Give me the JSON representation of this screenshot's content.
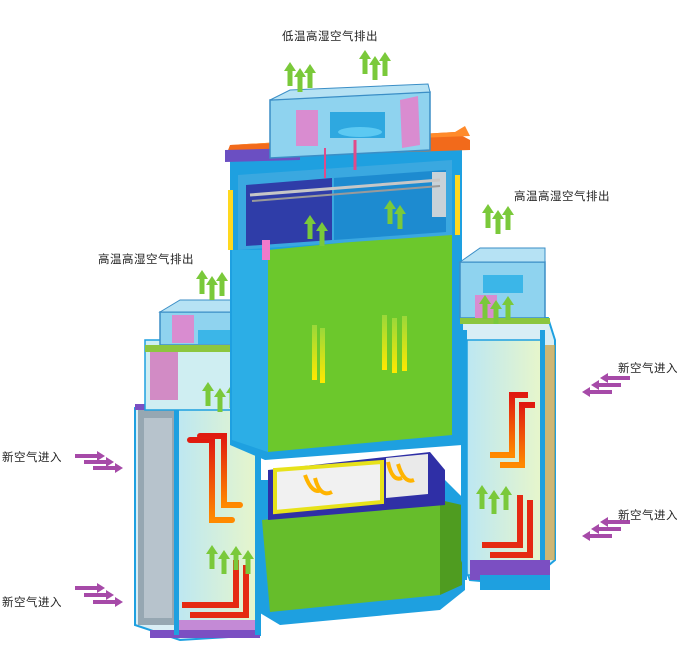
{
  "labels": {
    "top_exhaust": "低温高湿空气排出",
    "left_exhaust": "高温高湿空气排出",
    "right_exhaust": "高温高湿空气排出",
    "right_intake_upper": "新空气进入",
    "right_intake_lower": "新空气进入",
    "left_intake_upper": "新空气进入",
    "left_intake_lower": "新空气进入"
  },
  "colors": {
    "frame_blue": "#1ea0e0",
    "panel_green": "#6cc82c",
    "cool_arrow_green": "#7ac93a",
    "hot_arrow_red": "#e52a12",
    "intake_arrow_purple": "#a64aa8",
    "accent_orange": "#f26a1b",
    "hood_blue": "#8fd3ef",
    "glass_cyan": "#a8e6ea"
  },
  "icons": [
    "exhaust-arrow-icon",
    "intake-arrow-icon",
    "hot-air-arrow-icon"
  ]
}
